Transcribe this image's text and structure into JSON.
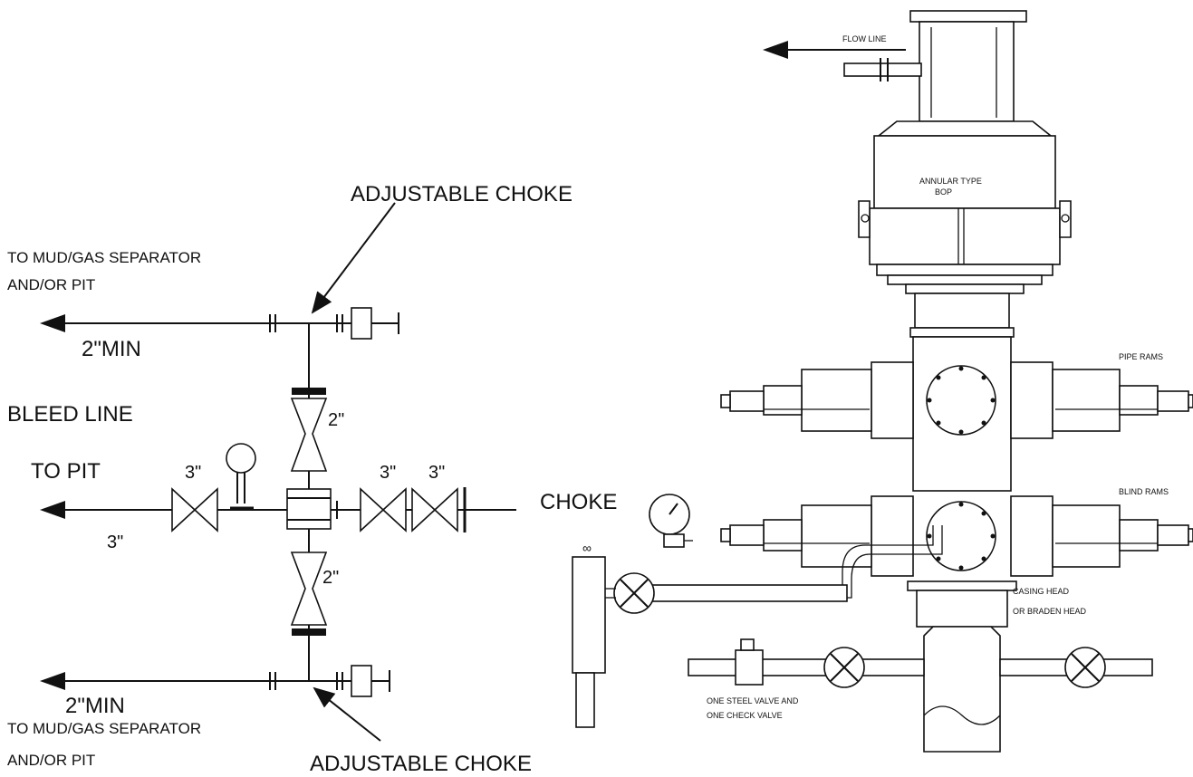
{
  "labels": {
    "adjustable_choke_top": "ADJUSTABLE CHOKE",
    "adjustable_choke_bottom": "ADJUSTABLE CHOKE",
    "mud_gas_top_line1": "TO MUD/GAS SEPARATOR",
    "mud_gas_top_line2": "AND/OR PIT",
    "mud_gas_bottom_line1": "TO MUD/GAS SEPARATOR",
    "mud_gas_bottom_line2": "AND/OR PIT",
    "min_top": "2\"MIN",
    "min_bottom": "2\"MIN",
    "bleed_line": "BLEED LINE",
    "to_pit": "TO PIT",
    "size_3_bleed": "3\"",
    "size_3_left": "3\"",
    "size_3_mid": "3\"",
    "size_3_right": "3\"",
    "size_2_upper": "2\"",
    "size_2_lower": "2\"",
    "choke": "CHOKE",
    "flow_line": "FLOW LINE",
    "annular_line1": "ANNULAR TYPE",
    "annular_line2": "BOP",
    "pipe_rams": "PIPE RAMS",
    "blind_rams": "BLIND RAMS",
    "casing_head_line1": "CASING HEAD",
    "casing_head_line2": "OR BRADEN HEAD",
    "steel_valve_line1": "ONE STEEL VALVE AND",
    "steel_valve_line2": "ONE CHECK VALVE"
  }
}
